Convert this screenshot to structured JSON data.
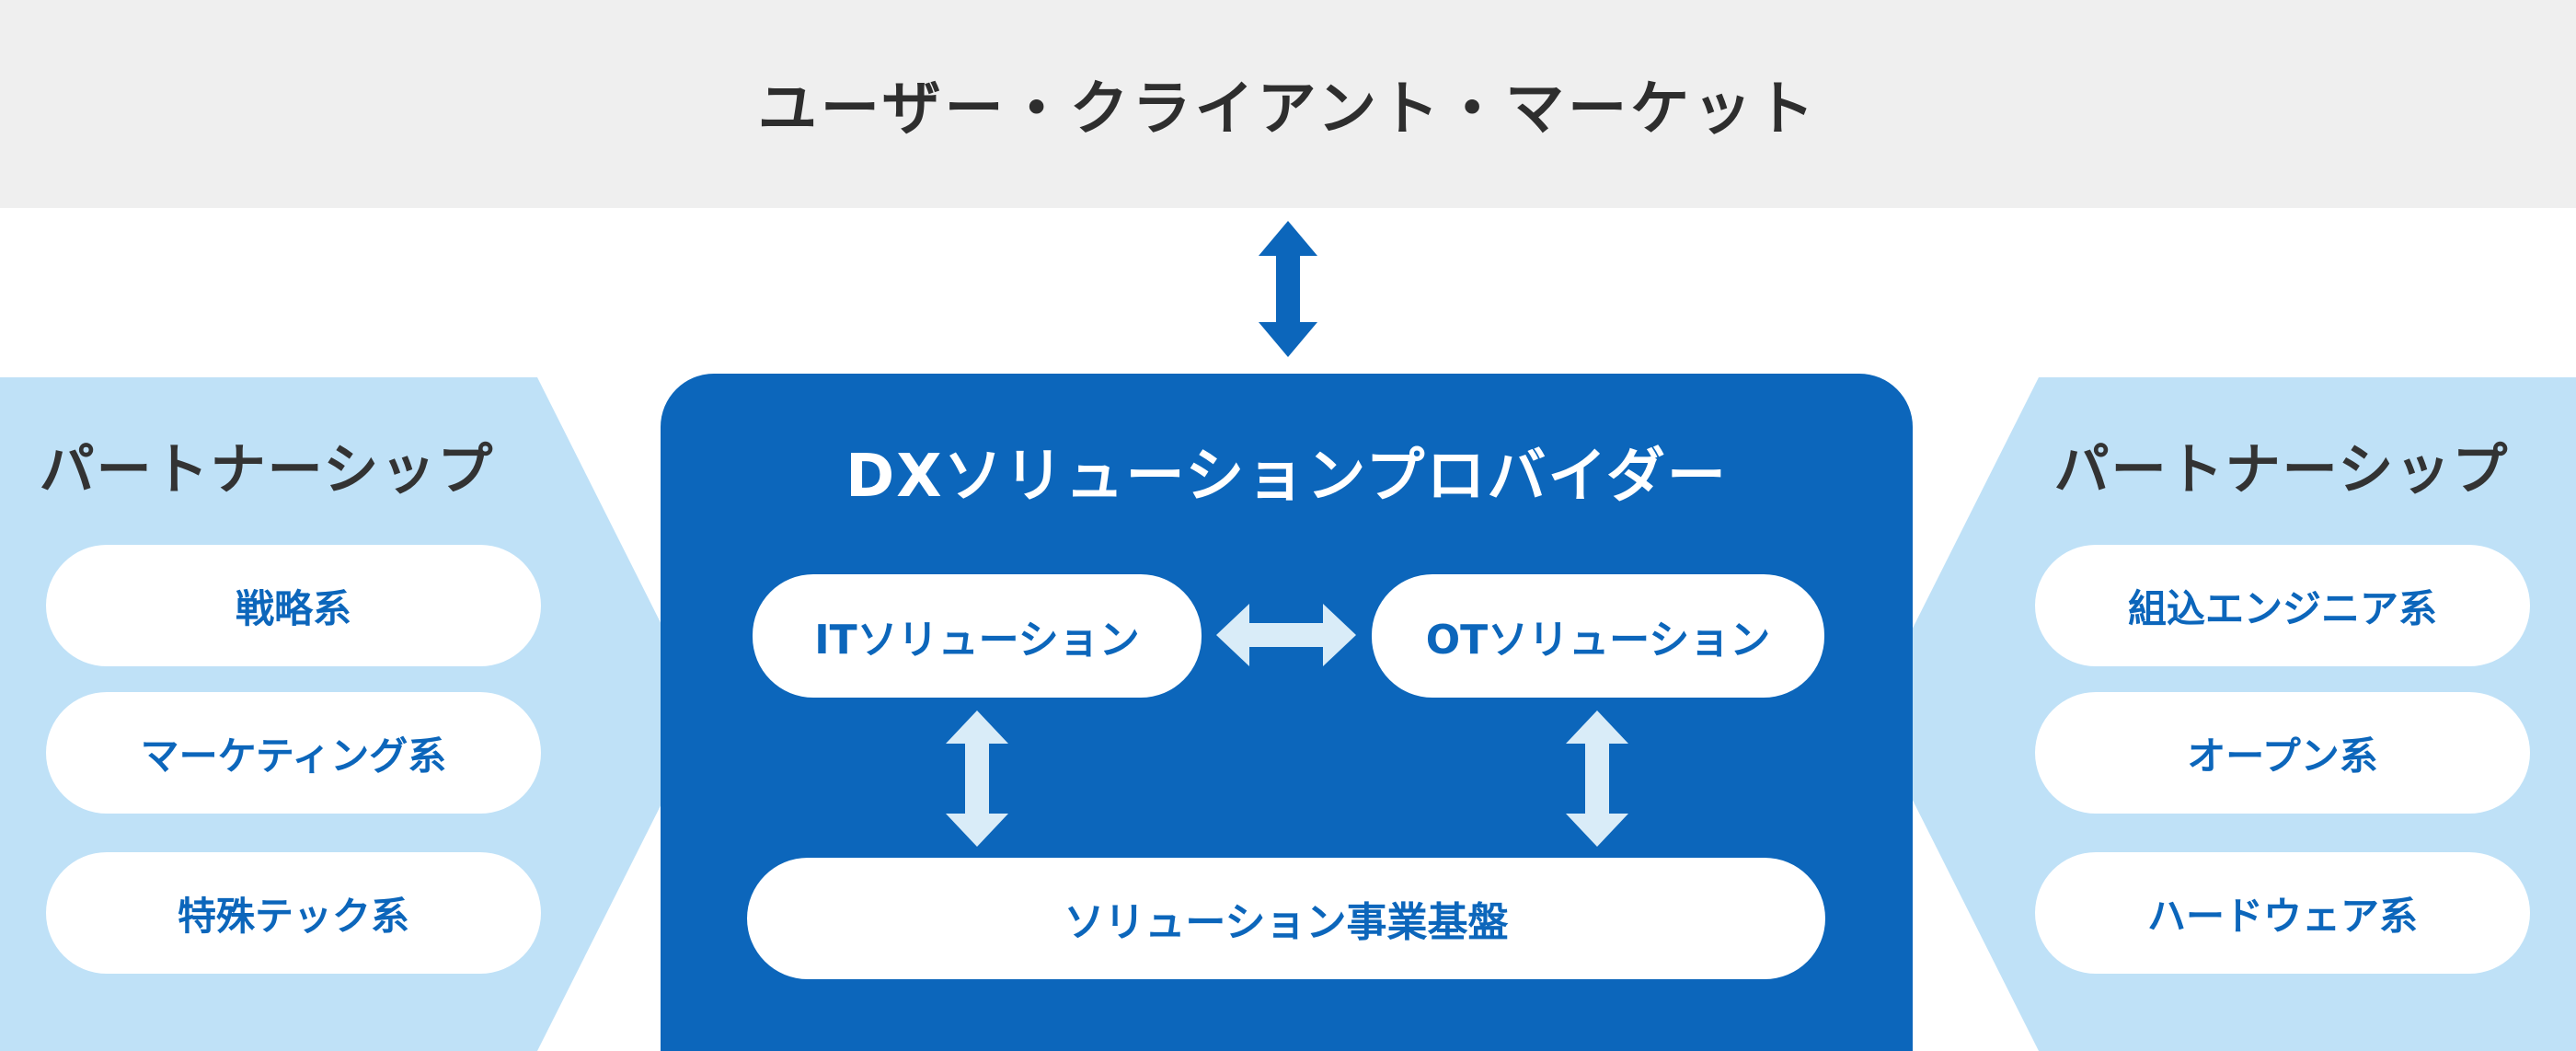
{
  "top": {
    "title": "ユーザー・クライアント・マーケット"
  },
  "left_panel": {
    "heading": "パートナーシップ",
    "items": [
      "戦略系",
      "マーケティング系",
      "特殊テック系"
    ]
  },
  "right_panel": {
    "heading": "パートナーシップ",
    "items": [
      "組込エンジニア系",
      "オープン系",
      "ハードウェア系"
    ]
  },
  "center": {
    "title": "DXソリューションプロバイダー",
    "it_label": "ITソリューション",
    "ot_label": "OTソリューション",
    "base_label": "ソリューション事業基盤"
  },
  "colors": {
    "primary_blue": "#0c66bb",
    "side_panel_blue": "#bfe1f7",
    "top_band_gray": "#efefef",
    "arrow_light": "#d9ecf8",
    "heading_text": "#2e2e2e"
  }
}
